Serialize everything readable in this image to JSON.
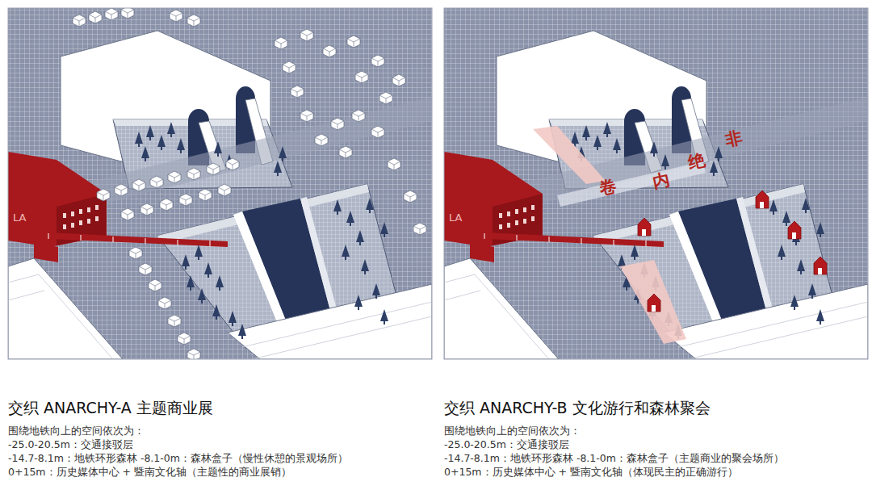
{
  "diagram": {
    "labels": [
      "交织 ANARCHY-A 主题商业展",
      "围绕地铁向上的空间依次为：",
      "-25.0-20.5m：交通接驳层",
      "-14.7-8.1m：地铁环形森林 -8.1-0m：森林盒子（慢性休憩的景观场所）",
      "0+15m：历史媒体中心 + 暨南文化轴（主题性的商业展销）",
      "交织 ANARCHY-B 文化游行和森林聚会",
      "围绕地铁向上的空间依次为：",
      "-25.0-20.5m：交通接驳层",
      "-14.7-8.1m：地铁环形森林 -8.1-0m：森林盒子（主题商业的聚会场所）",
      "0+15m：历史媒体中心 + 暨南文化轴（体现民主的正确游行）",
      "卷",
      "内",
      "绝",
      "非",
      "LA",
      "LA"
    ]
  }
}
